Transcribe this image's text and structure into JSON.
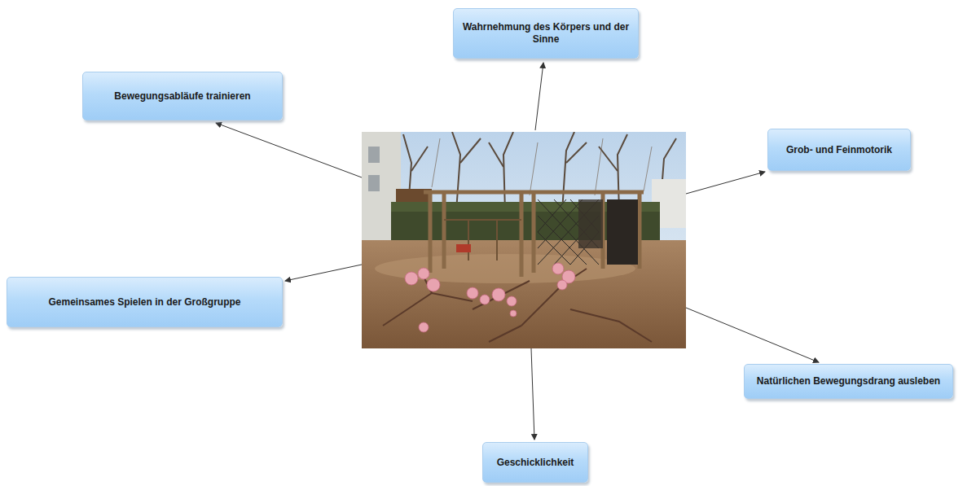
{
  "diagram": {
    "nodes": [
      {
        "text": [
          "Wahrnehmung des Körpers und der Sinne"
        ]
      },
      {
        "text": [
          "Bewegungsabläufe trainieren"
        ]
      },
      {
        "text": [
          "Grob- und Feinmotorik"
        ]
      },
      {
        "text": [
          "Gemeinsames Spielen in der Großgruppe"
        ]
      },
      {
        "text": [
          "Natürlichen Bewegungsdrang ausleben"
        ]
      },
      {
        "text": [
          "Geschicklichkeit"
        ]
      }
    ]
  }
}
